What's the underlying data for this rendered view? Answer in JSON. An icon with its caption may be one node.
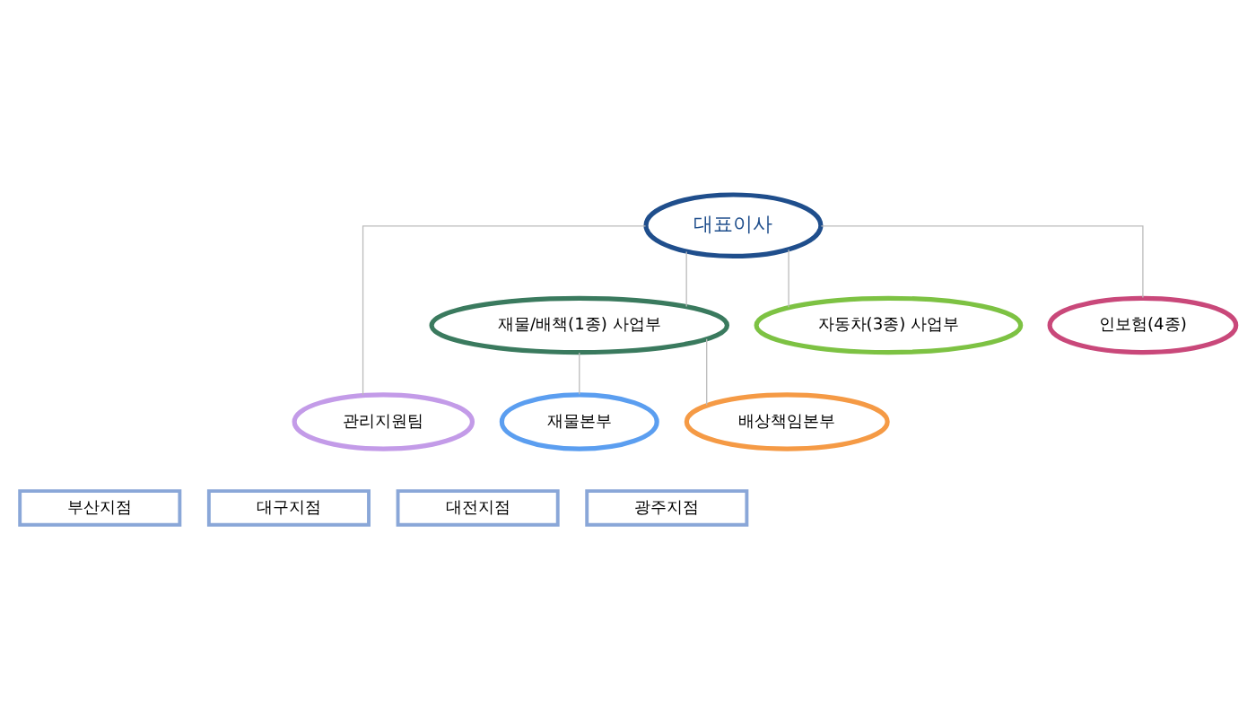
{
  "diagram": {
    "nodes": [
      {
        "text": [
          "대표이사"
        ]
      },
      {
        "text": [
          "관리지원팀"
        ]
      },
      {
        "text": [
          "재물/배책(1종) 사업부"
        ]
      },
      {
        "text": [
          "자동차(3종) 사업부"
        ]
      },
      {
        "text": [
          "인보험(4종)"
        ]
      },
      {
        "text": [
          "재물본부"
        ]
      },
      {
        "text": [
          "배상책임본부"
        ]
      },
      {
        "text": [
          "부산지점"
        ]
      },
      {
        "text": [
          "대구지점"
        ]
      },
      {
        "text": [
          "대전지점"
        ]
      },
      {
        "text": [
          "광주지점"
        ]
      }
    ],
    "edges": [
      {
        "from": 0,
        "to": 1,
        "arrow": "none"
      },
      {
        "from": 0,
        "to": 2,
        "arrow": "none"
      },
      {
        "from": 0,
        "to": 3,
        "arrow": "none"
      },
      {
        "from": 0,
        "to": 4,
        "arrow": "none"
      },
      {
        "from": 2,
        "to": 5,
        "arrow": "none"
      },
      {
        "from": 2,
        "to": 6,
        "arrow": "none"
      }
    ]
  }
}
